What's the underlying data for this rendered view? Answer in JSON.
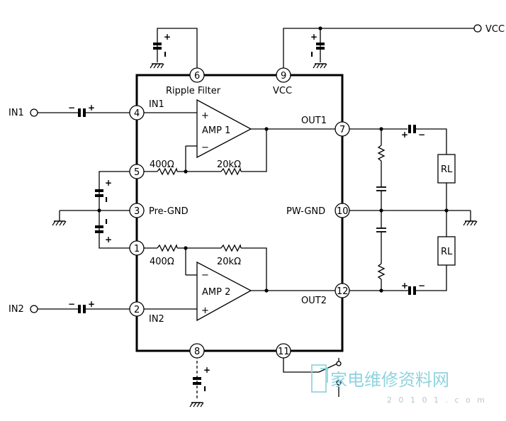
{
  "labels": {
    "vcc_top": "VCC",
    "vcc_pin": "VCC",
    "in1": "IN1",
    "in2": "IN2",
    "in1_inner": "IN1",
    "in2_inner": "IN2",
    "ripple_filter": "Ripple Filter",
    "pre_gnd": "Pre-GND",
    "pw_gnd": "PW-GND",
    "out1": "OUT1",
    "out2": "OUT2",
    "amp1": "AMP 1",
    "amp2": "AMP 2",
    "r400_1": "400Ω",
    "r400_2": "400Ω",
    "r20k_1": "20kΩ",
    "r20k_2": "20kΩ",
    "rl_top": "RL",
    "rl_bottom": "RL"
  },
  "pins": [
    "1",
    "2",
    "3",
    "4",
    "5",
    "6",
    "7",
    "8",
    "9",
    "10",
    "11",
    "12"
  ],
  "watermark": {
    "text": "家电维修资料网",
    "url": "2 0 1 0 1 . c o m"
  },
  "colors": {
    "line": "#000000",
    "watermark": "#8fd3de"
  }
}
